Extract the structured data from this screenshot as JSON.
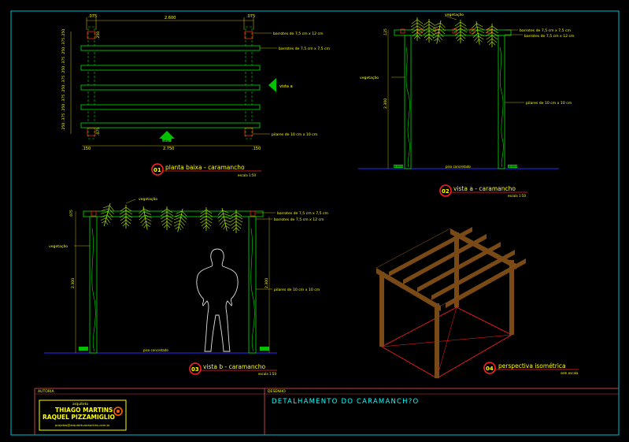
{
  "colors": {
    "background": "#000000",
    "frame": "#00bcd4",
    "wood": "#7a4a16",
    "timber_outline": "#00e000",
    "dim": "#c0b000",
    "text_yellow": "#ffff00",
    "text_green": "#b8ff00",
    "foliage": "#a8e000",
    "red": "#ff2020",
    "ground": "#2030ff",
    "title_text": "#00ffff"
  },
  "plan": {
    "top_dims": [
      ".075",
      "2.600",
      ".075"
    ],
    "left_dims": [
      ".250",
      ".375",
      ".250",
      ".375",
      ".250",
      ".375",
      ".250",
      ".375",
      ".250",
      ".375",
      ".250"
    ],
    "side_dims_left": [
      ".250",
      ".075"
    ],
    "bottom_dims": [
      ".150",
      "2.750",
      ".150"
    ],
    "notes": {
      "beams": "barrotes de 7,5 cm x 12 cm",
      "slats": "barrotes de 7,5 cm x 7,5 cm",
      "posts": "pilares de 10 cm x 10 cm"
    },
    "arrow_a": "vista a",
    "arrow_b": "vista b",
    "label_number": "01",
    "label_text": "planta baixa - caramancho",
    "label_scale": "escala 1:50"
  },
  "view_a": {
    "top_label": "vegetação",
    "left_label": "vegetação",
    "dim_top": ".125",
    "dim_height": "2.300",
    "notes": {
      "slats": "barrotes de 7,5 cm x 7,5 cm",
      "beams": "barrotes de 7,5 cm x 12 cm",
      "posts": "pilares de 10 cm x 10 cm"
    },
    "ground": "piso concretado",
    "left_base": "grama",
    "right_base": "grama",
    "label_number": "02",
    "label_text": "vista a - caramancho",
    "label_scale": "escala 1:50"
  },
  "view_b": {
    "top_label": "vegetação",
    "left_label": "vegetação",
    "dim_top": ".075",
    "dim_height_left": "2.300",
    "dim_height_right": "2.300",
    "notes": {
      "slats": "barrotes de 7,5 cm x 7,5 cm",
      "beams": "barrotes de 7,5 cm x 12 cm",
      "posts": "pilares de 10 cm x 10 cm"
    },
    "ground": "piso concretado",
    "label_number": "03",
    "label_text": "vista b - caramancho",
    "label_scale": "escala 1:50"
  },
  "isometric": {
    "label_number": "04",
    "label_text": "perspectiva isométrica",
    "label_scale": "sem escala"
  },
  "title_block": {
    "author_header": "AUTORIA",
    "design_header": "DESENHO",
    "designer_role": "arquiteto",
    "designer_line1": "THIAGO MARTINS",
    "designer_line2": "RAQUEL PIZZAMIGLIO",
    "designer_sub": "projetos@arquiteturamartins.com.br",
    "drawing_title": "DETALHAMENTO DO CARAMANCH?O"
  }
}
